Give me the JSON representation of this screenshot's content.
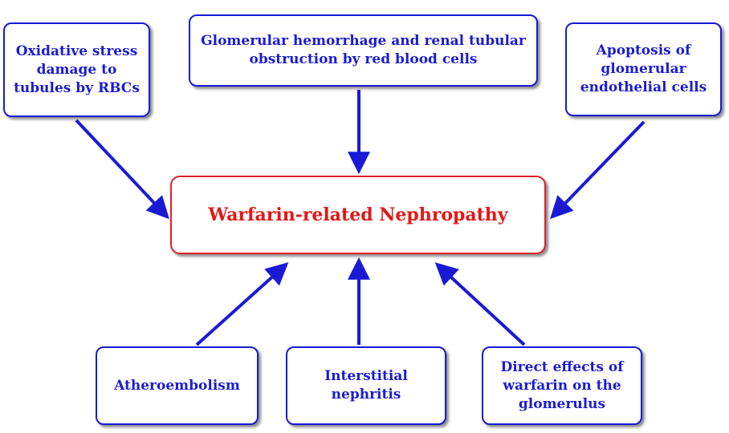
{
  "colors": {
    "box_border": "#1a1ad6",
    "box_text": "#1c1cd2",
    "center_border": "#e0202a",
    "center_text": "#e01818",
    "arrow": "#1a1ad6"
  },
  "center": {
    "label": "Warfarin-related Nephropathy"
  },
  "causes": {
    "oxidative": "Oxidative stress damage to tubules by RBCs",
    "hemorrhage": "Glomerular hemorrhage and renal tubular obstruction by red blood cells",
    "apoptosis": "Apoptosis of glomerular endothelial cells",
    "atheroembolism": "Atheroembolism",
    "interstitial": "Interstitial nephritis",
    "direct": "Direct effects of warfarin on the glomerulus"
  }
}
